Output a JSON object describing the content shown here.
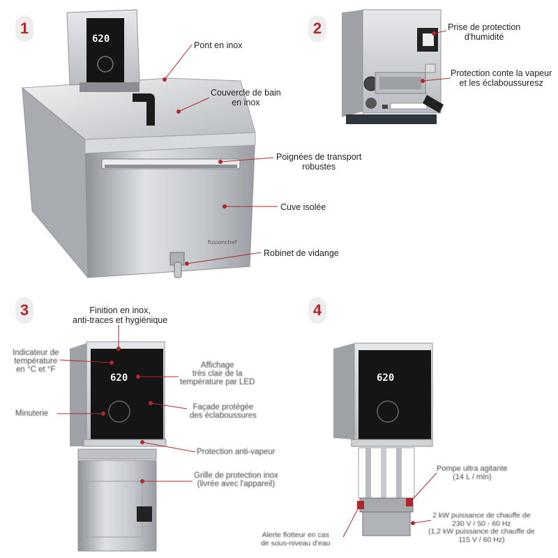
{
  "panels": [
    {
      "number": "1",
      "labels": [
        "Pont en inox",
        "Couvercle de bain\nen inox",
        "Poignées de transport\nrobustes",
        "Cuve isolée",
        "Robinet de vidange"
      ],
      "display": "620"
    },
    {
      "number": "2",
      "labels": [
        "Prise de protection\nd'humidité",
        "Protection conte la vapeur\net les éclaboussuresz"
      ]
    },
    {
      "number": "3",
      "labels": [
        "Finition en inox,\nanti-traces et hygiénique",
        "Indicateur de\ntempérature\nen °C et °F",
        "Affichage\ntrès clair de la\ntempérature par LED",
        "Minuterie",
        "Façade protégée\ndes éclaboussures",
        "Protection anti-vapeur",
        "Grille de protection inox\n(livrée avec l'appareil)"
      ],
      "display": "620"
    },
    {
      "number": "4",
      "labels": [
        "Pompe ultra agitante\n(14 L / min)",
        "2 kW puissance de chauffe de\n230 V / 50 - 60 Hz\n(1,2 kW puissance de chauffe de\n115 V / 60 Hz)",
        "Alerte flotteur en cas\nde sous-niveau d'eau"
      ],
      "display": "620"
    }
  ],
  "colors": {
    "accent": "#b1262d",
    "steel": "#c9ccd0",
    "panel_dark": "#141414"
  }
}
